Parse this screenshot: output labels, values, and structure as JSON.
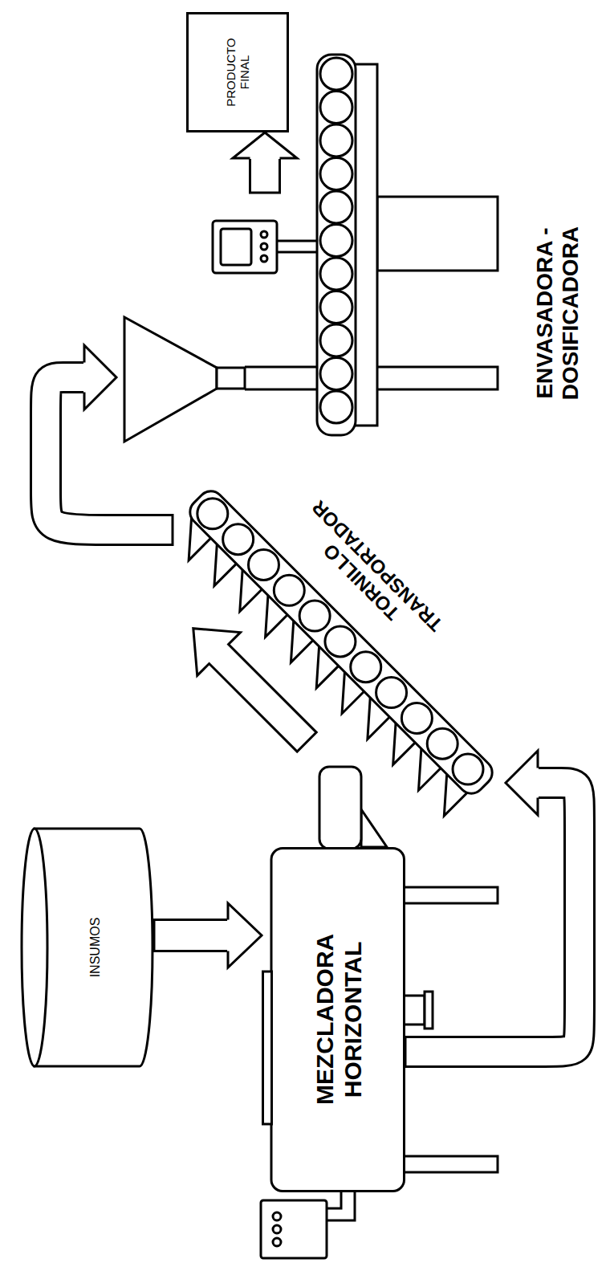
{
  "diagram": {
    "nodes": [
      {
        "text": [
          "INSUMOS"
        ]
      },
      {
        "text": [
          "MEZCLADORA HORIZONTAL"
        ]
      },
      {
        "text": [
          "TORNILLO TRANSPORTADOR"
        ]
      },
      {
        "text": [
          "ENVASADORA - DOSIFICADORA"
        ]
      },
      {
        "text": [
          "PRODUCTO FINAL"
        ]
      }
    ],
    "edges": [
      {
        "from": 0,
        "to": 1,
        "arrow": "to"
      },
      {
        "from": 1,
        "to": 2,
        "arrow": "to"
      },
      {
        "from": 2,
        "to": 3,
        "arrow": "to"
      },
      {
        "from": 3,
        "to": 4,
        "arrow": "to"
      }
    ]
  }
}
